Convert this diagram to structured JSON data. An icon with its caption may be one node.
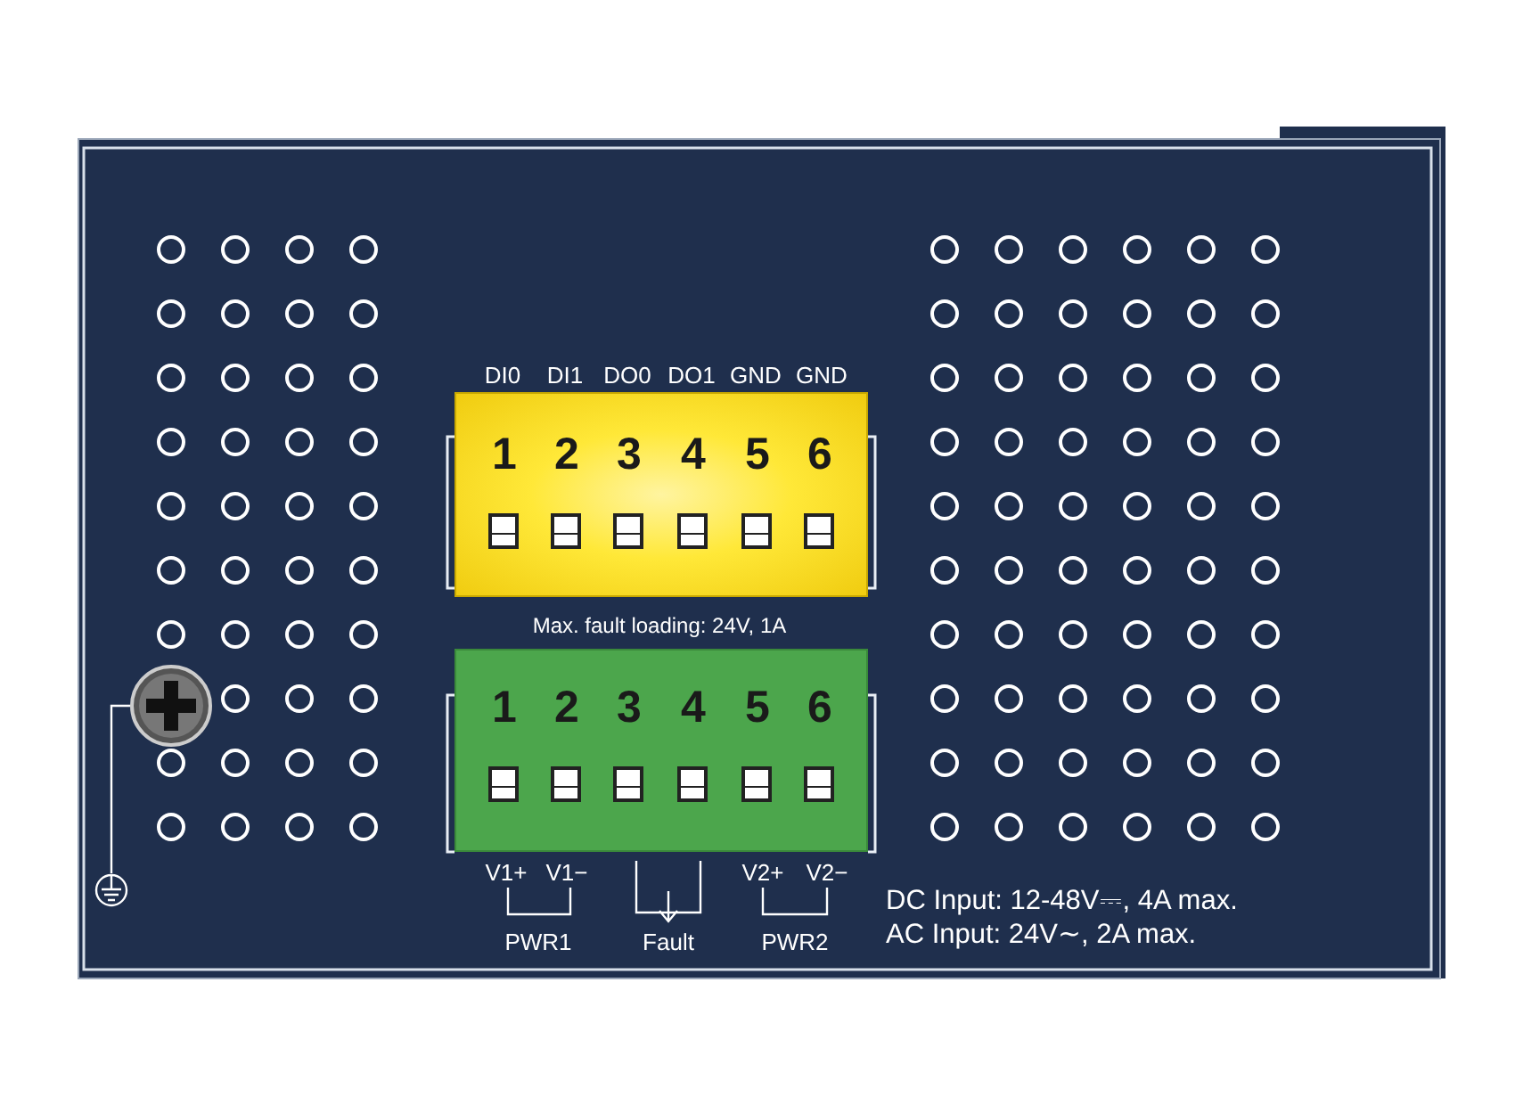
{
  "diagram": {
    "nodes": [
      {
        "text": [
          "1",
          "2",
          "3",
          "4",
          "5",
          "6"
        ]
      },
      {
        "text": [
          "1",
          "2",
          "3",
          "4",
          "5",
          "6"
        ]
      },
      {
        "text": [],
        "shape": "picture"
      },
      {
        "text": [],
        "shape": "picture"
      }
    ],
    "edges": [
      {
        "from": 2,
        "to": 3,
        "arrow": "none"
      }
    ],
    "labels": [
      "DI0",
      "DI1",
      "DO0",
      "DO1",
      "GND",
      "GND",
      "Max. fault loading: 24V, 1A",
      "V1+",
      "V1−",
      "V2+",
      "V2−",
      "PWR1",
      "Fault",
      "PWR2",
      "DC Input: 12-48V⎓, 4A max.",
      "AC Input: 24V∼, 2A max."
    ]
  }
}
